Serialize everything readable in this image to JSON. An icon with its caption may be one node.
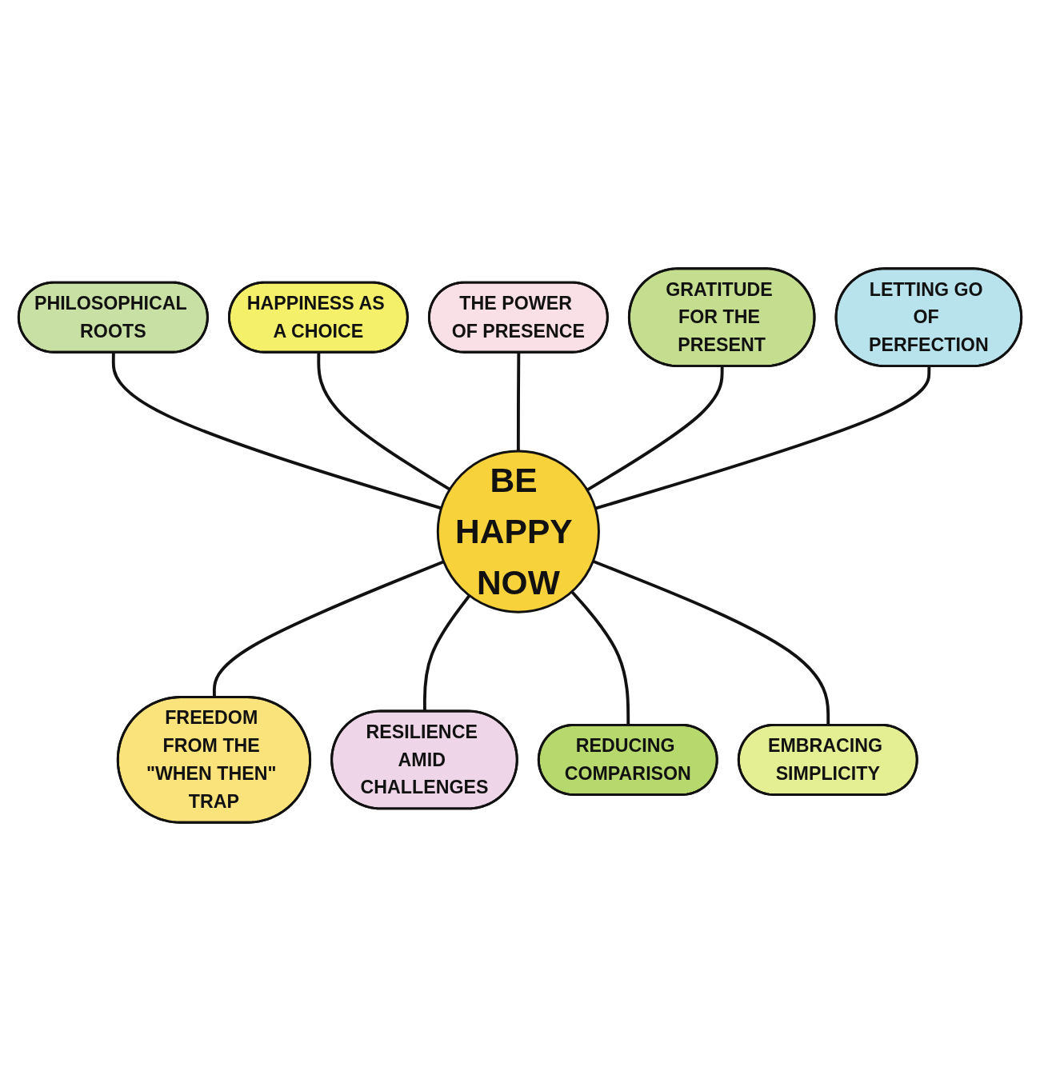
{
  "diagram": {
    "nodes": [
      {
        "text": [
          "HAPPINESS AS A CHOICE"
        ]
      },
      {
        "text": [
          "THE POWER OF PRESENCE"
        ]
      },
      {
        "text": [
          "GRATITUDE FOR THE PRESENT"
        ]
      },
      {
        "text": [
          "PHILOSOPHICAL ROOTS"
        ]
      },
      {
        "text": [
          "LETTING GO OF PERFECTION"
        ]
      },
      {
        "text": [
          "BE HAPPY NOW"
        ]
      },
      {
        "text": [
          "EMBRACING SIMPLICITY"
        ]
      },
      {
        "text": [
          "FREEDOM FROM THE \"WHEN THEN\" TRAP"
        ]
      },
      {
        "text": [
          "RESILIENCE AMID CHALLENGES"
        ]
      },
      {
        "text": [
          "REDUCING COMPARISON"
        ]
      }
    ],
    "edges": [
      {
        "from": 3,
        "to": 5,
        "arrow": "none"
      },
      {
        "from": 0,
        "to": 5,
        "arrow": "none"
      },
      {
        "from": 1,
        "to": 5,
        "arrow": "none"
      },
      {
        "from": 2,
        "to": 5,
        "arrow": "none"
      },
      {
        "from": 4,
        "to": 5,
        "arrow": "none"
      },
      {
        "from": 5,
        "to": 7,
        "arrow": "none"
      },
      {
        "from": 5,
        "to": 8,
        "arrow": "none"
      },
      {
        "from": 5,
        "to": 9,
        "arrow": "none"
      },
      {
        "from": 5,
        "to": 6,
        "arrow": "none"
      }
    ]
  }
}
